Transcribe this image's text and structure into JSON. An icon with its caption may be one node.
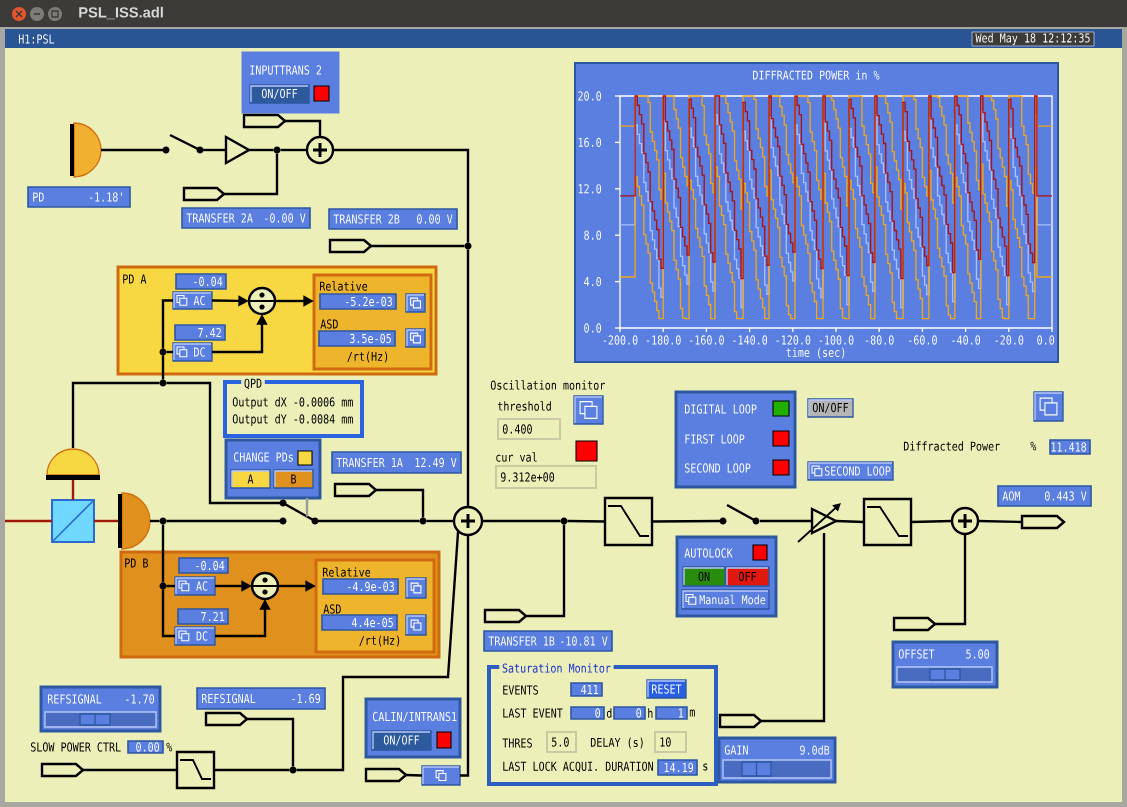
{
  "diagram": {
    "title": "PSL_ISS.adl",
    "nodes": [
      {
        "text": [
          "INPUTTRANS 2"
        ]
      },
      {
        "text": [
          "ON/OFF"
        ],
        "in": 0
      },
      {
        "text": [],
        "shape": "tag"
      },
      {
        "text": [],
        "shape": "semicircle"
      },
      {
        "text": [
          "PD",
          "-1.18'"
        ]
      },
      {
        "text": [],
        "shape": "switch"
      },
      {
        "text": [],
        "shape": "triangle"
      },
      {
        "text": [],
        "shape": "dot"
      },
      {
        "text": [],
        "shape": "tag"
      },
      {
        "text": [],
        "shape": "circle"
      },
      {
        "text": [
          "TRANSFER 2A",
          "-0.00 V"
        ]
      },
      {
        "text": [
          "TRANSFER 2B",
          "0.00 V"
        ]
      },
      {
        "text": [],
        "shape": "tag"
      },
      {
        "text": [],
        "shape": "dot"
      },
      {
        "text": [
          "PD A"
        ]
      },
      {
        "text": [
          "-0.04"
        ],
        "in": 14
      },
      {
        "text": [
          "AC"
        ],
        "in": 14
      },
      {
        "text": [
          "7.42"
        ],
        "in": 14
      },
      {
        "text": [
          "DC"
        ],
        "in": 14
      },
      {
        "text": [],
        "shape": "circle",
        "in": 14
      },
      {
        "text": [
          "Relative",
          "ASD",
          "/rt(Hz)"
        ],
        "in": 14
      },
      {
        "text": [
          "-5.2e-03"
        ],
        "in": 20
      },
      {
        "text": [],
        "shape": "button",
        "in": 20
      },
      {
        "text": [
          "3.5e-05"
        ],
        "in": 20
      },
      {
        "text": [],
        "shape": "button",
        "in": 20
      },
      {
        "text": [],
        "shape": "dot",
        "in": 14
      },
      {
        "text": [],
        "shape": "dot"
      },
      {
        "text": [
          "QPD",
          "Output dX -0.0006 mm",
          "Output dY -0.0084 mm"
        ]
      },
      {
        "text": [
          "CHANGE PDs"
        ]
      },
      {
        "text": [
          "A"
        ],
        "in": 28
      },
      {
        "text": [
          "B"
        ],
        "in": 28
      },
      {
        "text": [
          "TRANSFER 1A",
          "12.49 V"
        ]
      },
      {
        "text": [],
        "shape": "tag"
      },
      {
        "text": [],
        "shape": "dot"
      },
      {
        "text": [],
        "shape": "semicircle"
      },
      {
        "text": [],
        "shape": "cube"
      },
      {
        "text": [],
        "shape": "semicircle"
      },
      {
        "text": [],
        "shape": "dot"
      },
      {
        "text": [],
        "shape": "switch"
      },
      {
        "text": [
          "PD B"
        ]
      },
      {
        "text": [
          "-0.04"
        ],
        "in": 39
      },
      {
        "text": [
          "AC"
        ],
        "in": 39
      },
      {
        "text": [
          "7.21"
        ],
        "in": 39
      },
      {
        "text": [
          "DC"
        ],
        "in": 39
      },
      {
        "text": [],
        "shape": "circle",
        "in": 39
      },
      {
        "text": [
          "Relative",
          "ASD",
          "/rt(Hz)"
        ],
        "in": 39
      },
      {
        "text": [
          "-4.9e-03"
        ],
        "in": 45
      },
      {
        "text": [],
        "shape": "button",
        "in": 45
      },
      {
        "text": [
          "4.4e-05"
        ],
        "in": 45
      },
      {
        "text": [],
        "shape": "button",
        "in": 45
      },
      {
        "text": [],
        "shape": "dot",
        "in": 39
      },
      {
        "text": [],
        "shape": "circle"
      },
      {
        "text": [
          "REFSIGNAL",
          "-1.70"
        ]
      },
      {
        "text": [
          "0.00"
        ],
        "beside": [
          "SLOW POWER CTRL",
          "%"
        ]
      },
      {
        "text": [
          "REFSIGNAL",
          "-1.69"
        ]
      },
      {
        "text": [],
        "shape": "tag"
      },
      {
        "text": [],
        "shape": "dot"
      },
      {
        "text": [],
        "shape": "box"
      },
      {
        "text": [],
        "shape": "tag"
      },
      {
        "text": [
          "CALIN/INTRANS1"
        ]
      },
      {
        "text": [
          "ON/OFF"
        ],
        "in": 59
      },
      {
        "text": [],
        "shape": "tag"
      },
      {
        "text": [],
        "shape": "button"
      },
      {
        "text": [],
        "shape": "button"
      },
      {
        "text": [
          "0.400"
        ]
      },
      {
        "text": [
          "9.312e+00"
        ]
      },
      {
        "text": [
          "DIGITAL LOOP",
          "FIRST LOOP",
          "SECOND LOOP"
        ]
      },
      {
        "text": [
          "ON/OFF"
        ]
      },
      {
        "text": [
          "SECOND LOOP"
        ]
      },
      {
        "text": [],
        "shape": "dot"
      },
      {
        "text": [],
        "shape": "box"
      },
      {
        "text": [],
        "shape": "switch"
      },
      {
        "text": [],
        "shape": "triangle"
      },
      {
        "text": [],
        "shape": "box"
      },
      {
        "text": [],
        "shape": "circle"
      },
      {
        "text": [],
        "shape": "tag"
      },
      {
        "text": [],
        "shape": "tag"
      },
      {
        "text": [
          "TRANSFER 1B",
          "-10.81 V"
        ]
      },
      {
        "text": [
          "AUTOLOCK"
        ]
      },
      {
        "text": [
          "ON"
        ],
        "in": 78
      },
      {
        "text": [
          "OFF"
        ],
        "in": 78
      },
      {
        "text": [
          "Manual Mode"
        ],
        "in": 78
      },
      {
        "text": [],
        "shape": "tag"
      },
      {
        "text": [
          "GAIN",
          "9.0dB"
        ]
      },
      {
        "text": [
          "Saturation Monitor"
        ]
      },
      {
        "text": [
          "411"
        ],
        "in": 84,
        "beside": [
          "EVENTS"
        ]
      },
      {
        "text": [
          "RESET"
        ],
        "in": 84
      },
      {
        "text": [
          "0"
        ],
        "in": 84,
        "beside": [
          "LAST EVENT",
          "d"
        ]
      },
      {
        "text": [
          "0"
        ],
        "in": 84,
        "beside": [
          "h"
        ]
      },
      {
        "text": [
          "1"
        ],
        "in": 84,
        "beside": [
          "m"
        ]
      },
      {
        "text": [
          "5.0"
        ],
        "in": 84,
        "beside": [
          "THRES"
        ]
      },
      {
        "text": [
          "10"
        ],
        "in": 84,
        "beside": [
          "DELAY (s)"
        ]
      },
      {
        "text": [
          "14.19"
        ],
        "in": 84,
        "beside": [
          "LAST LOCK ACQUI. DURATION",
          "s"
        ]
      },
      {
        "text": [],
        "shape": "button"
      },
      {
        "text": [
          "11.418"
        ],
        "beside": [
          "%"
        ]
      },
      {
        "text": [
          "AOM",
          "0.443 V"
        ]
      },
      {
        "text": [],
        "shape": "tag"
      },
      {
        "text": [
          "OFFSET",
          "5.00"
        ]
      },
      {
        "text": [
          "DIFFRACTED POWER in %"
        ]
      }
    ],
    "edges": [
      {
        "from": 3,
        "to": 5,
        "arrow": "none"
      },
      {
        "from": 5,
        "to": 6,
        "arrow": "none"
      },
      {
        "from": 6,
        "to": 7,
        "arrow": "none"
      },
      {
        "from": 8,
        "to": 7,
        "arrow": "none"
      },
      {
        "from": 7,
        "to": 9,
        "arrow": "none"
      },
      {
        "from": 2,
        "to": 9,
        "arrow": "none"
      },
      {
        "from": 9,
        "to": 13,
        "arrow": "none"
      },
      {
        "from": 12,
        "to": 13,
        "arrow": "none"
      },
      {
        "from": 13,
        "to": 51,
        "arrow": "none"
      },
      {
        "from": 34,
        "to": 26,
        "arrow": "none"
      },
      {
        "from": 26,
        "to": 25,
        "arrow": "none"
      },
      {
        "from": 25,
        "to": 18,
        "arrow": "none"
      },
      {
        "from": 25,
        "to": 16,
        "arrow": "none"
      },
      {
        "from": 16,
        "to": 19,
        "arrow": "to"
      },
      {
        "from": 18,
        "to": 19,
        "arrow": "to"
      },
      {
        "from": 19,
        "to": 20,
        "arrow": "to"
      },
      {
        "from": 26,
        "to": 38,
        "arrow": "none"
      },
      {
        "from": 28,
        "to": 38,
        "arrow": "none",
        "color": "#9a9a9a"
      },
      {
        "from": 38,
        "to": 33,
        "arrow": "none"
      },
      {
        "from": 32,
        "to": 33,
        "arrow": "none"
      },
      {
        "from": 33,
        "to": 51,
        "arrow": "none"
      },
      {
        "from": 36,
        "to": 37,
        "arrow": "none"
      },
      {
        "from": 37,
        "to": 38,
        "arrow": "none"
      },
      {
        "from": 37,
        "to": 50,
        "arrow": "none"
      },
      {
        "from": 50,
        "to": 41,
        "arrow": "none"
      },
      {
        "from": 50,
        "to": 43,
        "arrow": "none"
      },
      {
        "from": 41,
        "to": 44,
        "arrow": "to"
      },
      {
        "from": 43,
        "to": 44,
        "arrow": "to"
      },
      {
        "from": 44,
        "to": 45,
        "arrow": "to"
      },
      {
        "from": null,
        "to": 35,
        "arrow": "none",
        "color": "#a01808"
      },
      {
        "from": 35,
        "to": 36,
        "arrow": "none",
        "color": "#a01808"
      },
      {
        "from": 35,
        "to": 34,
        "arrow": "none",
        "color": "#a01808"
      },
      {
        "from": 58,
        "to": 57,
        "arrow": "none"
      },
      {
        "from": 57,
        "to": 56,
        "arrow": "none"
      },
      {
        "from": 55,
        "to": 56,
        "arrow": "none"
      },
      {
        "from": 56,
        "to": 51,
        "arrow": "none"
      },
      {
        "from": 61,
        "to": 62,
        "arrow": "none"
      },
      {
        "from": 62,
        "to": 51,
        "arrow": "none"
      },
      {
        "from": 51,
        "to": 69,
        "arrow": "none"
      },
      {
        "from": 76,
        "to": 69,
        "arrow": "none"
      },
      {
        "from": 69,
        "to": 70,
        "arrow": "none"
      },
      {
        "from": 70,
        "to": 71,
        "arrow": "none"
      },
      {
        "from": 71,
        "to": 72,
        "arrow": "none"
      },
      {
        "from": 72,
        "to": 73,
        "arrow": "none"
      },
      {
        "from": 73,
        "to": 74,
        "arrow": "none"
      },
      {
        "from": 74,
        "to": 75,
        "arrow": "none"
      },
      {
        "from": 96,
        "to": 74,
        "arrow": "none"
      },
      {
        "from": 82,
        "to": 72,
        "arrow": "none"
      }
    ],
    "labels": [
      "H1:PSL",
      "Wed May 18 12:12:35",
      "20.0",
      "16.0",
      "12.0",
      "8.0",
      "4.0",
      "0.0",
      "-200.0",
      "-180.0",
      "-160.0",
      "-140.0",
      "-120.0",
      "-100.0",
      "-80.0",
      "-60.0",
      "-40.0",
      "-20.0",
      "0.0",
      "time (sec)",
      "Oscillation monitor",
      "threshold",
      "Diffracted Power",
      "cur val"
    ]
  }
}
